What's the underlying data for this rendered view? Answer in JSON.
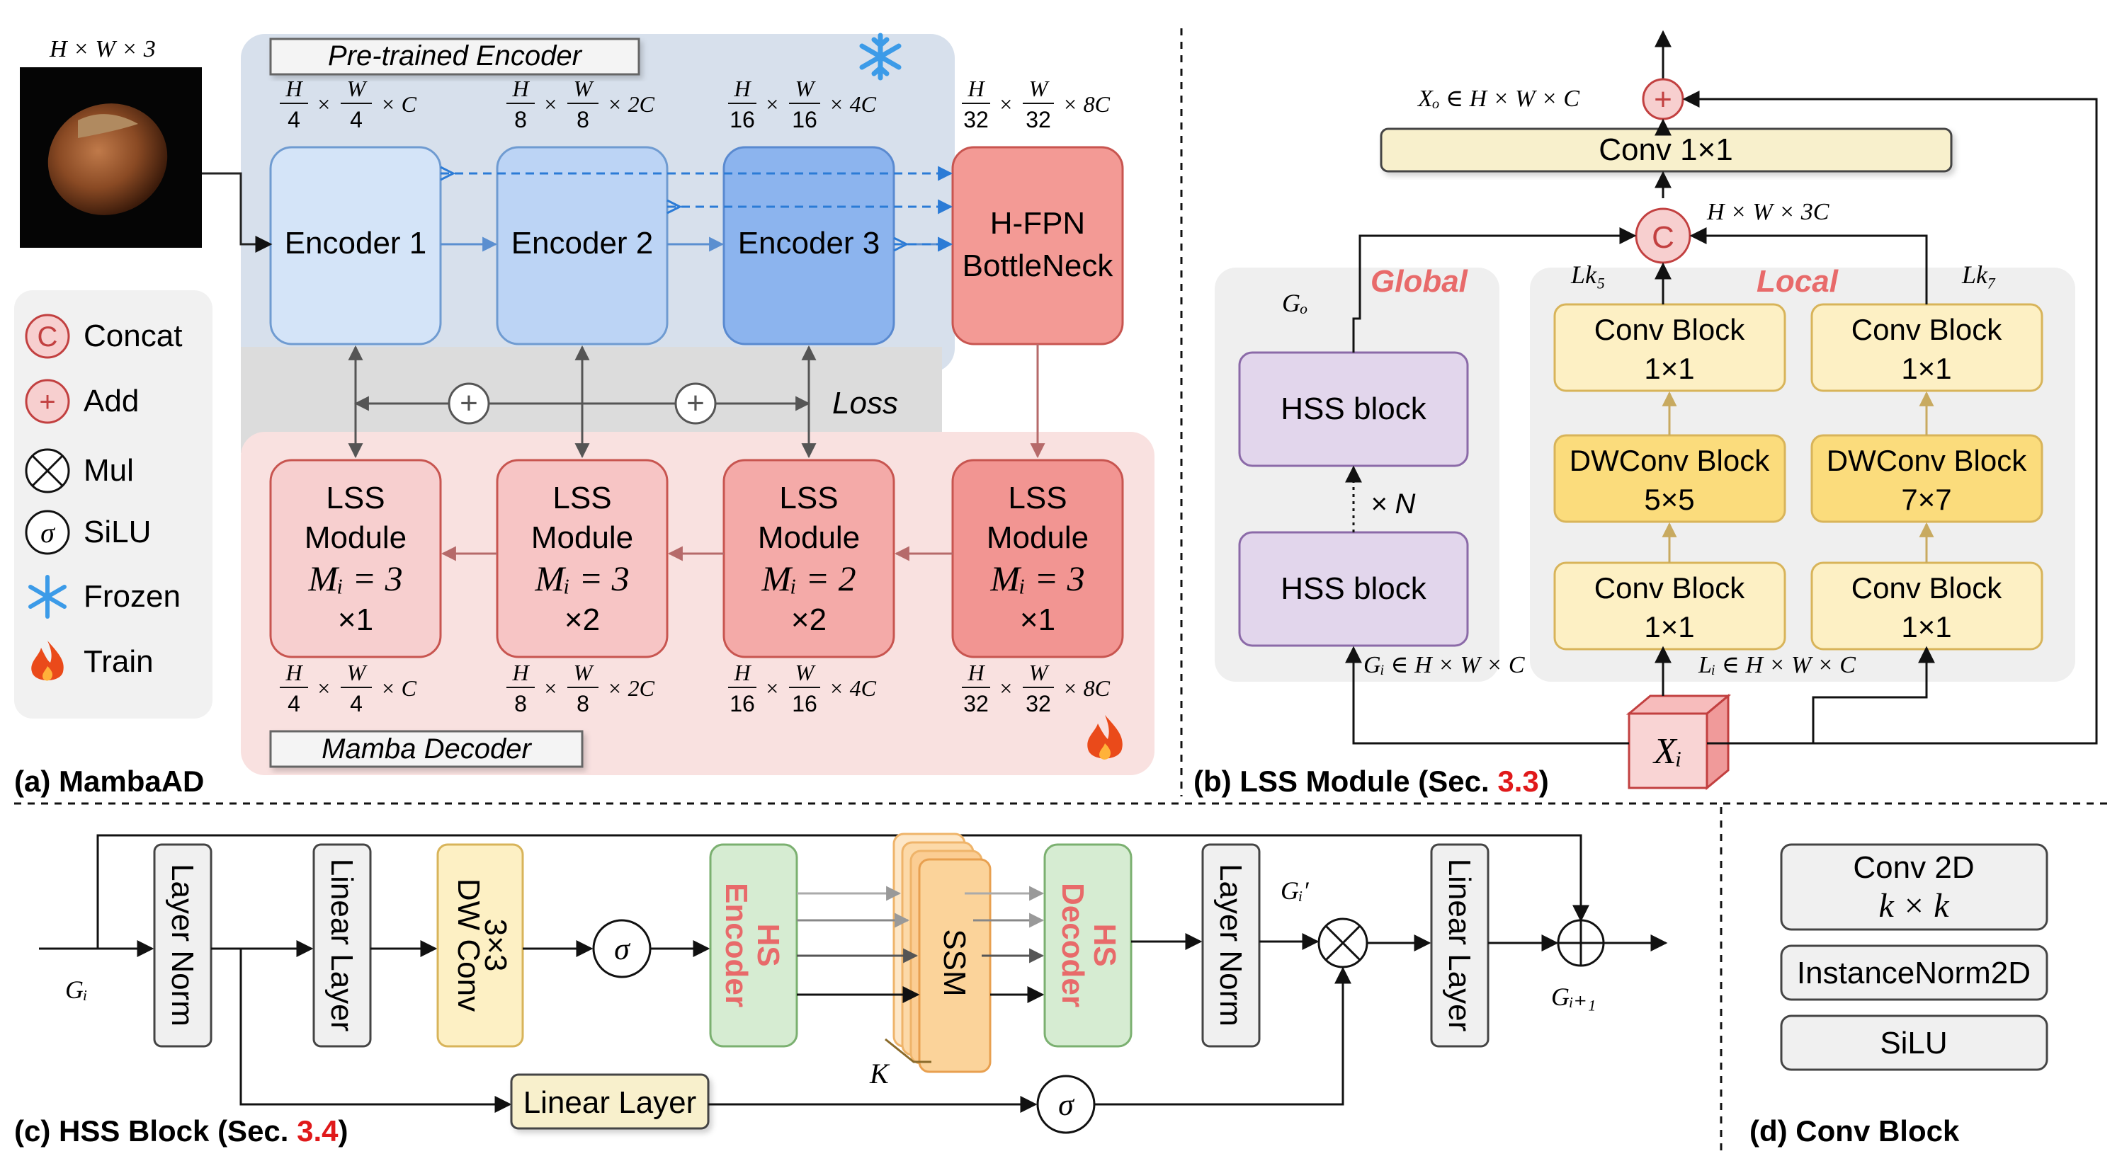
{
  "panel_a": {
    "caption": "(a) MambaAD",
    "input_dims": "H × W × 3",
    "encoder_title": "Pre-trained  Encoder",
    "decoder_title": "Mamba Decoder",
    "encoders": [
      "Encoder 1",
      "Encoder 2",
      "Encoder 3"
    ],
    "bottleneck": [
      "H-FPN",
      "BottleNeck"
    ],
    "loss_label": "Loss",
    "lss_title": [
      "LSS",
      "Module"
    ],
    "lss_m": [
      "Mᵢ = 3",
      "Mᵢ = 3",
      "Mᵢ = 2",
      "Mᵢ = 3"
    ],
    "lss_rep": [
      "×1",
      "×2",
      "×2",
      "×1"
    ],
    "enc_dims": [
      {
        "num": "H",
        "den": "4",
        "num2": "W",
        "den2": "4",
        "ch": "× C"
      },
      {
        "num": "H",
        "den": "8",
        "num2": "W",
        "den2": "8",
        "ch": "× 2C"
      },
      {
        "num": "H",
        "den": "16",
        "num2": "W",
        "den2": "16",
        "ch": "× 4C"
      },
      {
        "num": "H",
        "den": "32",
        "num2": "W",
        "den2": "32",
        "ch": "× 8C"
      }
    ]
  },
  "legend": {
    "items": [
      {
        "symbol": "C",
        "label": "Concat",
        "icon": "concat-icon"
      },
      {
        "symbol": "+",
        "label": "Add",
        "icon": "add-icon"
      },
      {
        "symbol": "⊗",
        "label": "Mul",
        "icon": "mul-icon"
      },
      {
        "symbol": "σ",
        "label": "SiLU",
        "icon": "silu-icon"
      },
      {
        "symbol": "",
        "label": "Frozen",
        "icon": "snowflake-icon"
      },
      {
        "symbol": "",
        "label": "Train",
        "icon": "flame-icon"
      }
    ]
  },
  "panel_b": {
    "caption_prefix": "(b) LSS Module (Sec. ",
    "caption_ref": "3.3",
    "caption_suffix": ")",
    "output_label": "Xₒ ∈ H × W × C",
    "conv_top": "Conv 1×1",
    "concat_dims": "H × W × 3C",
    "global_label": "Global",
    "local_label": "Local",
    "go_label": "Gₒ",
    "hss_block": "HSS block",
    "times_n": "× N",
    "lk5": "Lk₅",
    "lk7": "Lk₇",
    "conv_block": [
      "Conv Block",
      "1×1"
    ],
    "dw5": [
      "DWConv Block",
      "5×5"
    ],
    "dw7": [
      "DWConv Block",
      "7×7"
    ],
    "gi_label": "Gᵢ ∈ H × W × C",
    "li_label": "Lᵢ ∈ H × W × C",
    "xi_label": "Xᵢ"
  },
  "panel_c": {
    "caption_prefix": "(c) HSS Block (Sec. ",
    "caption_ref": "3.4",
    "caption_suffix": ")",
    "gi": "Gᵢ",
    "gi1": "Gᵢ₊₁",
    "gi_prime": "Gᵢ′",
    "layer_norm": "Layer Norm",
    "linear_layer": "Linear Layer",
    "dw_conv": [
      "DW Conv",
      "3×3"
    ],
    "hs_encoder": [
      "HS",
      "Encoder"
    ],
    "ssm": "SSM",
    "hs_decoder": [
      "HS",
      "Decoder"
    ],
    "k_label": "K",
    "sigma": "σ"
  },
  "panel_d": {
    "caption": "(d) Conv Block",
    "conv2d": [
      "Conv 2D",
      "k × k"
    ],
    "instnorm": "InstanceNorm2D",
    "silu": "SiLU"
  },
  "colors": {
    "encoder_fill": "#d2e3f8",
    "decoder_fill": "#f7d1d1",
    "bottleneck_fill": "#f39a95",
    "hss_fill": "#e2d6ec",
    "conv_yellow": "#fdf0c4",
    "dw_yellow": "#fbdc7c",
    "hs_green": "#d6ecd2",
    "hs_text": "#e86a6a",
    "ref_red": "#e0191a",
    "dashed_blue": "#2b7bd6",
    "arrow_red": "#b05050"
  }
}
